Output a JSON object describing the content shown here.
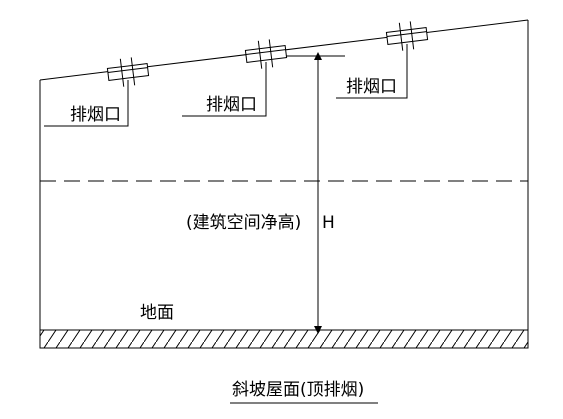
{
  "diagram": {
    "vents": [
      {
        "label": "排烟口"
      },
      {
        "label": "排烟口"
      },
      {
        "label": "排烟口"
      }
    ],
    "height_label": "(建筑空间净高)",
    "height_symbol": "H",
    "ground_label": "地面",
    "caption": "斜坡屋面(顶排烟)",
    "line_color": "#000000",
    "background_color": "#ffffff"
  }
}
